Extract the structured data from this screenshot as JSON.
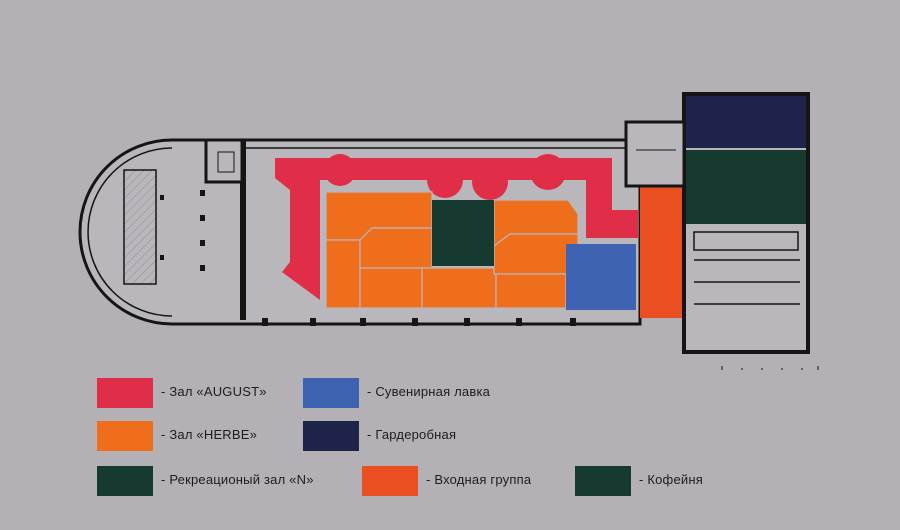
{
  "colors": {
    "background": "#b3b0b6",
    "wall": "#151515",
    "floor": "#b9b6bc",
    "august": "#e02d48",
    "herbe": "#ee6e1c",
    "recreation": "#163a30",
    "souvenir": "#3f63b3",
    "cloakroom": "#1d2349",
    "entrance": "#ea4f22",
    "cafe": "#163a30"
  },
  "legend": [
    {
      "id": "august",
      "label": "- Зал «AUGUST»",
      "color": "#e02d48"
    },
    {
      "id": "herbe",
      "label": "- Зал «HERBE»",
      "color": "#ee6e1c"
    },
    {
      "id": "recreation",
      "label": "- Рекреационый зал  «N»",
      "color": "#163a30"
    },
    {
      "id": "souvenir",
      "label": "- Сувенирная лавка",
      "color": "#3f63b3"
    },
    {
      "id": "cloakroom",
      "label": "- Гардеробная",
      "color": "#1d2349"
    },
    {
      "id": "entrance",
      "label": "- Входная группа",
      "color": "#ea4f22"
    },
    {
      "id": "cafe",
      "label": "- Кофейня",
      "color": "#163a30"
    }
  ]
}
